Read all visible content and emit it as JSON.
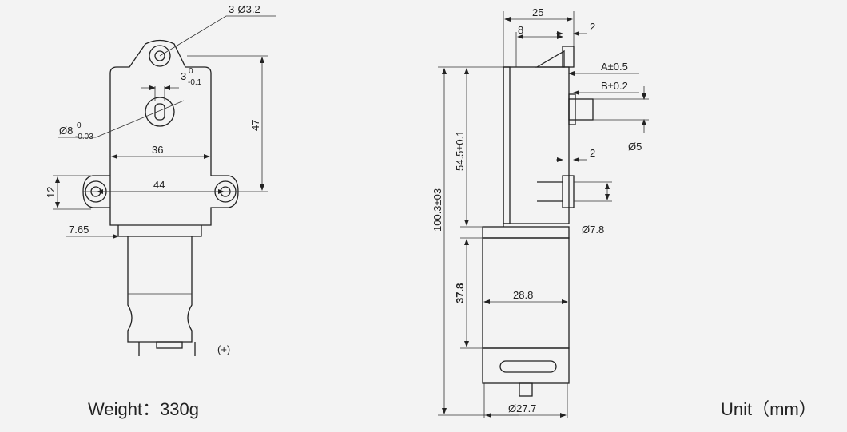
{
  "front_view": {
    "hole_callout": "3-Ø3.2",
    "shaft_dim": "Ø8",
    "shaft_tol_upper": "0",
    "shaft_tol_lower": "-0.03",
    "flat_dim": "3",
    "flat_tol_upper": "0",
    "flat_tol_lower": "-0.1",
    "width_inner": "36",
    "width_outer": "44",
    "height": "47",
    "offset_v": "12",
    "offset_h": "7.65",
    "polarity": "(+)"
  },
  "side_view": {
    "top_width": "25",
    "boss": "8",
    "gap_top": "2",
    "tol_a": "A±0.5",
    "tol_b": "B±0.2",
    "shaft_dia": "Ø5",
    "gap_mid": "2",
    "pin_dia": "Ø7.8",
    "gearbox_height": "54.5±0.1",
    "total_height": "100.3±03",
    "motor_height": "37.8",
    "motor_width": "28.8",
    "motor_dia": "Ø27.7"
  },
  "footer": {
    "weight": "Weight：330g",
    "unit": "Unit（mm）"
  }
}
